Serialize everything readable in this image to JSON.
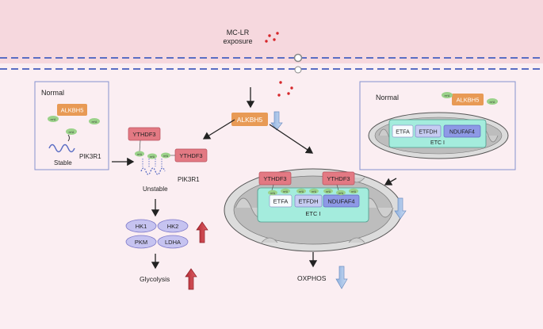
{
  "exposure": {
    "line1": "MC-LR",
    "line2": "exposure"
  },
  "center_protein": "ALKBH5",
  "left_panel": {
    "title": "Normal",
    "alkbh5": "ALKBH5",
    "m6a": "m⁶A",
    "state": "Stable",
    "gene": "PIK3R1"
  },
  "middle": {
    "ythdf3_top": "YTHDF3",
    "ythdf3_right": "YTHDF3",
    "state": "Unstable",
    "gene": "PIK3R1",
    "m6a": "m⁶A"
  },
  "enzymes": [
    "HK1",
    "HK2",
    "PKM",
    "LDHA"
  ],
  "glycolysis": "Glycolysis",
  "right_panel": {
    "title": "Normal",
    "alkbh5": "ALKBH5",
    "m6a": "m⁶A",
    "etfa": "ETFA",
    "etfdh": "ETFDH",
    "ndufaf4": "NDUFAF4",
    "etc": "ETC I"
  },
  "lower_mito": {
    "ythdf3_left": "YTHDF3",
    "ythdf3_right": "YTHDF3",
    "etfa": "ETFA",
    "etfdh": "ETFDH",
    "ndufaf4": "NDUFAF4",
    "etc": "ETC I",
    "m6a": "m⁶A"
  },
  "oxphos": "OXPHOS",
  "colors": {
    "membrane": "#5b6ec4",
    "alkbh5": "#e89a55",
    "ythdf3": "#e37983",
    "m6a": "#9bd28a",
    "etc": "#a4ecdd",
    "enzyme": "#c6c3f0",
    "up_arrow": "#c0323b",
    "down_arrow": "#9cbce6",
    "toxin": "#d6262a"
  }
}
